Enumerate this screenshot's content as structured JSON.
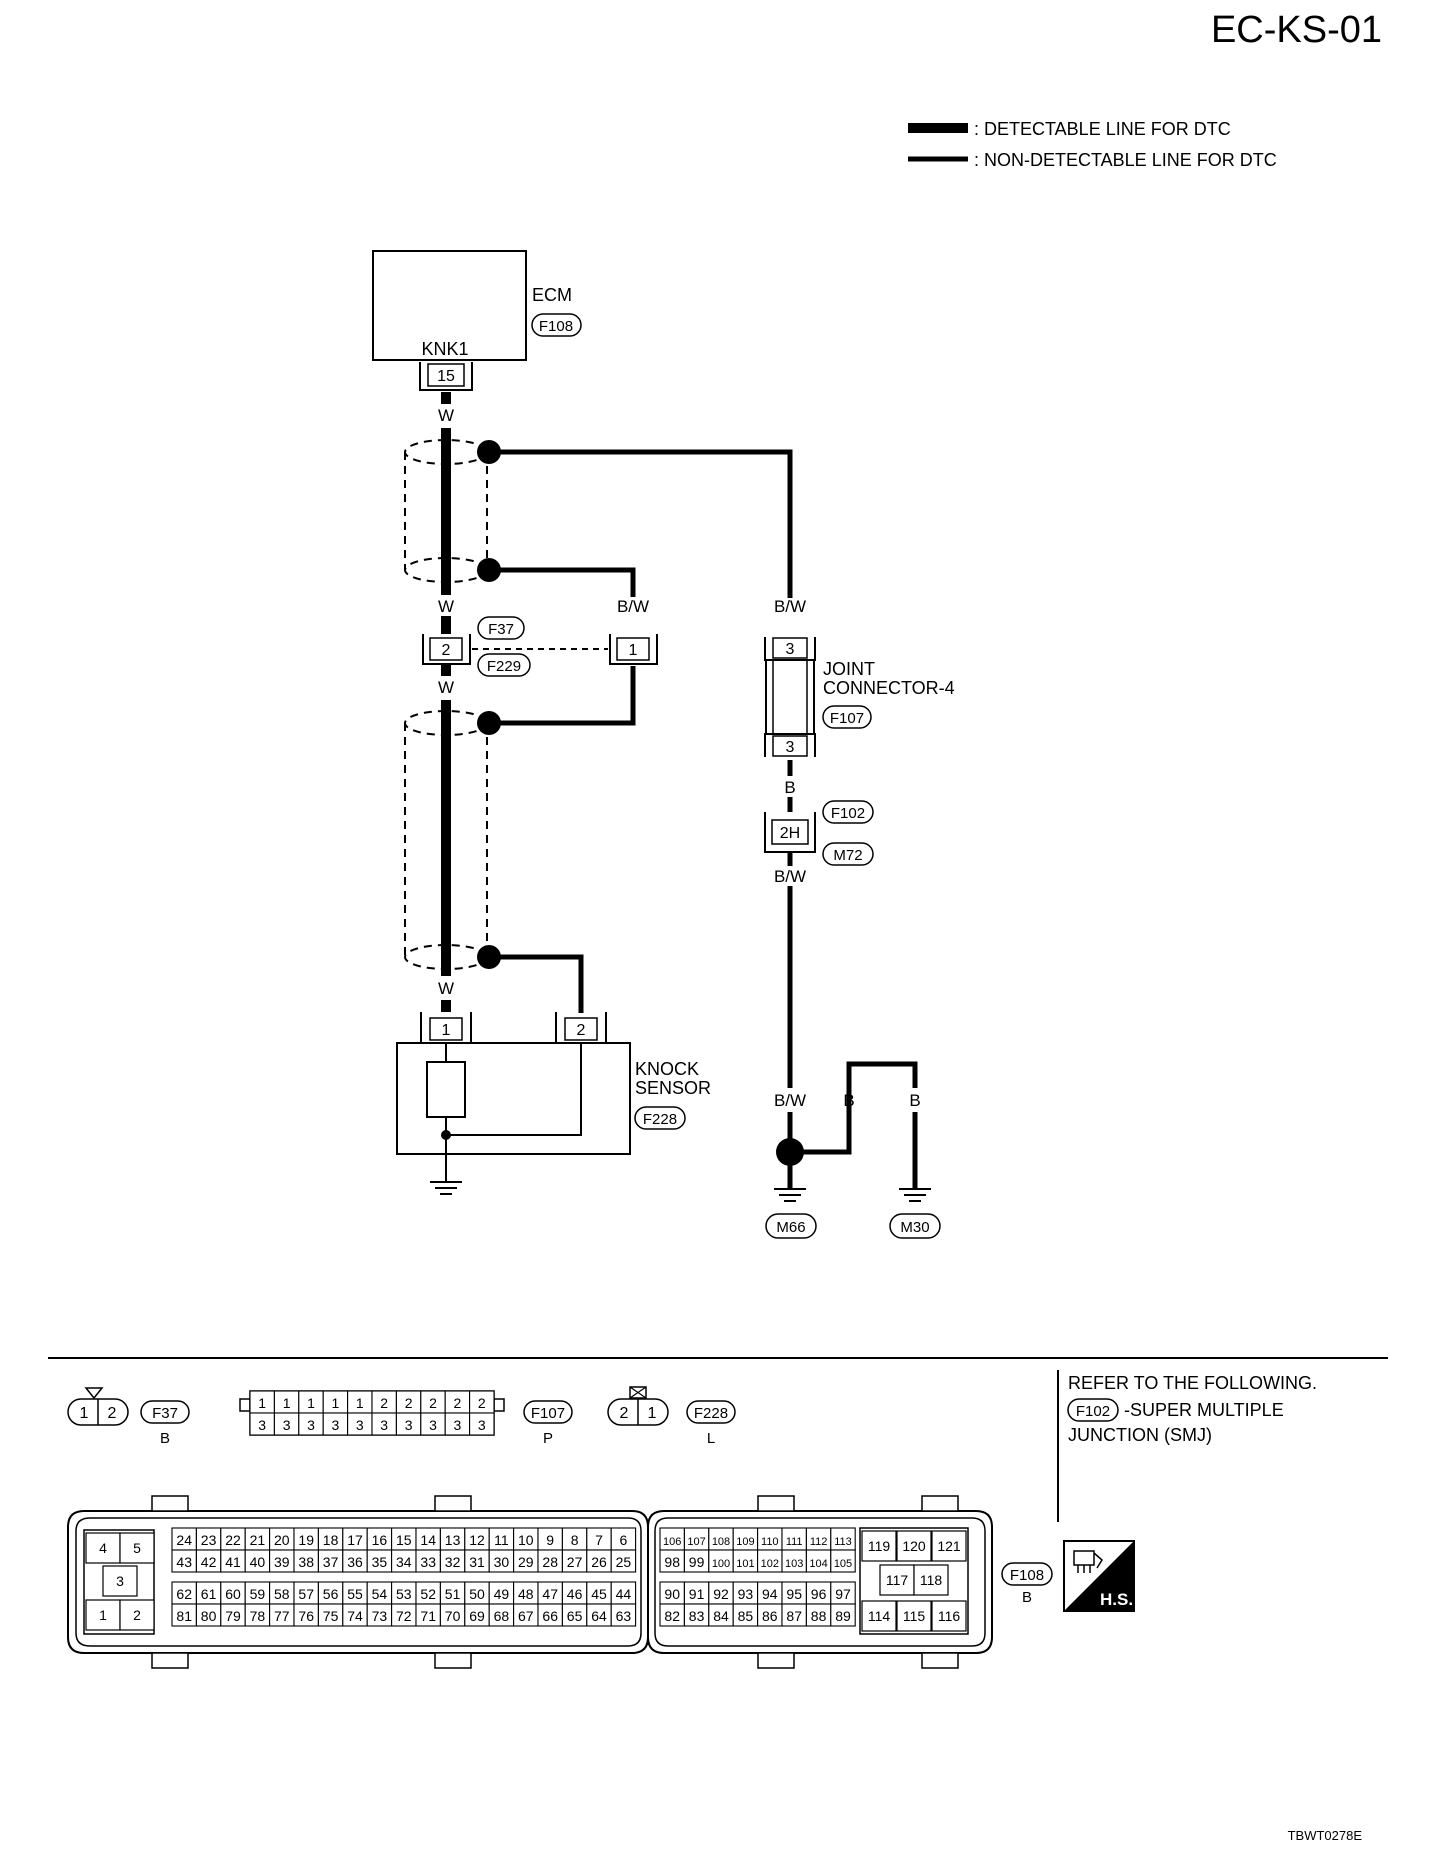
{
  "page": {
    "title": "EC-KS-01",
    "footer_code": "TBWT0278E"
  },
  "legend": {
    "detectable": ": DETECTABLE LINE FOR DTC",
    "non_detectable": ": NON-DETECTABLE LINE FOR DTC"
  },
  "ecm": {
    "name": "ECM",
    "connector": "F108",
    "terminal_name": "KNK1",
    "terminal": "15"
  },
  "wires": {
    "w_top": "W",
    "w_mid": "W",
    "w_low": "W",
    "w_sensor": "W",
    "bw_shield": "B/W",
    "bw_top": "B/W",
    "b_joint": "B",
    "bw_smj": "B/W",
    "bw_ground": "B/W",
    "b_ground1": "B",
    "b_ground2": "B"
  },
  "inline_connector": {
    "upper": "F37",
    "lower": "F229",
    "pin_w": "2",
    "pin_bw": "1"
  },
  "joint_connector": {
    "name_line1": "JOINT",
    "name_line2": "CONNECTOR-4",
    "connector": "F107",
    "pin_top": "3",
    "pin_bottom": "3"
  },
  "smj": {
    "upper": "F102",
    "lower": "M72",
    "pin": "2H"
  },
  "knock_sensor": {
    "name_line1": "KNOCK",
    "name_line2": "SENSOR",
    "connector": "F228",
    "pin1": "1",
    "pin2": "2"
  },
  "grounds": {
    "g1": "M66",
    "g2": "M30"
  },
  "connector_views": {
    "f37": {
      "pins": [
        "1",
        "2"
      ],
      "id": "F37",
      "color": "B"
    },
    "f107": {
      "top": [
        "1",
        "1",
        "1",
        "1",
        "1",
        "2",
        "2",
        "2",
        "2",
        "2"
      ],
      "bottom": [
        "3",
        "3",
        "3",
        "3",
        "3",
        "3",
        "3",
        "3",
        "3",
        "3"
      ],
      "id": "F107",
      "color": "P"
    },
    "f228": {
      "pins": [
        "2",
        "1"
      ],
      "id": "F228",
      "color": "L"
    },
    "f108": {
      "id": "F108",
      "color": "B"
    }
  },
  "ecm_connector": {
    "left_block": {
      "row1": [
        "4",
        "5"
      ],
      "row2": [
        "3"
      ],
      "row3": [
        "1",
        "2"
      ]
    },
    "main_rows": [
      [
        "24",
        "23",
        "22",
        "21",
        "20",
        "19",
        "18",
        "17",
        "16",
        "15",
        "14",
        "13",
        "12",
        "11",
        "10",
        "9",
        "8",
        "7",
        "6"
      ],
      [
        "43",
        "42",
        "41",
        "40",
        "39",
        "38",
        "37",
        "36",
        "35",
        "34",
        "33",
        "32",
        "31",
        "30",
        "29",
        "28",
        "27",
        "26",
        "25"
      ],
      [
        "62",
        "61",
        "60",
        "59",
        "58",
        "57",
        "56",
        "55",
        "54",
        "53",
        "52",
        "51",
        "50",
        "49",
        "48",
        "47",
        "46",
        "45",
        "44"
      ],
      [
        "81",
        "80",
        "79",
        "78",
        "77",
        "76",
        "75",
        "74",
        "73",
        "72",
        "71",
        "70",
        "69",
        "68",
        "67",
        "66",
        "65",
        "64",
        "63"
      ]
    ],
    "mid_rows": [
      [
        "106",
        "107",
        "108",
        "109",
        "110",
        "111",
        "112",
        "113"
      ],
      [
        "98",
        "99",
        "100",
        "101",
        "102",
        "103",
        "104",
        "105"
      ],
      [
        "90",
        "91",
        "92",
        "93",
        "94",
        "95",
        "96",
        "97"
      ],
      [
        "82",
        "83",
        "84",
        "85",
        "86",
        "87",
        "88",
        "89"
      ]
    ],
    "right_block": {
      "row1": [
        "119",
        "120",
        "121"
      ],
      "row2": [
        "117",
        "118"
      ],
      "row3": [
        "114",
        "115",
        "116"
      ]
    }
  },
  "refer": {
    "line1": "REFER TO THE FOLLOWING.",
    "connector": "F102",
    "line2": "-SUPER MULTIPLE",
    "line3": "JUNCTION (SMJ)"
  },
  "hs_badge": "H.S.",
  "colors": {
    "ink": "#000000",
    "paper": "#ffffff"
  }
}
